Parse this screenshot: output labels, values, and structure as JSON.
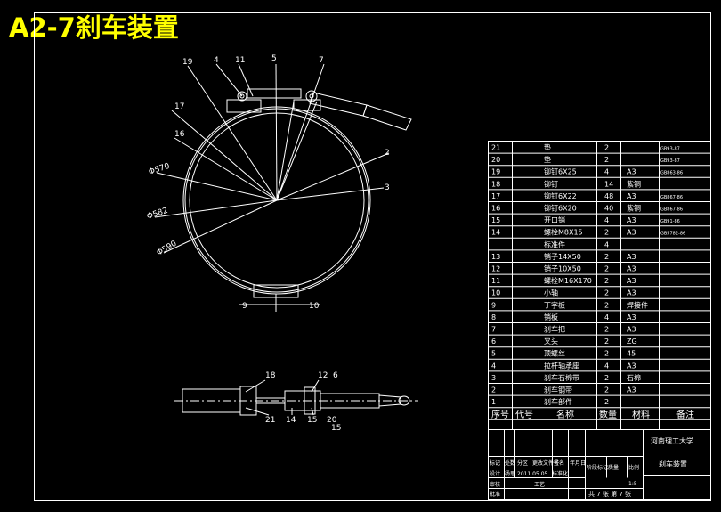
{
  "title": "A2-7刹车装置",
  "colors": {
    "background": "#000000",
    "line": "#ffffff",
    "title": "#ffff00"
  },
  "callouts": {
    "c19": "19",
    "c4": "4",
    "c11": "11",
    "c5": "5",
    "c7": "7",
    "c17": "17",
    "c16": "16",
    "c2": "2",
    "c3": "3",
    "c9": "9",
    "c10": "10",
    "c18": "18",
    "c12": "12",
    "c6": "6",
    "c21": "21",
    "c14": "14",
    "c15a": "15",
    "c20": "20",
    "c15b": "15"
  },
  "dimensions": {
    "d1": "Φ570",
    "d2": "Φ582",
    "d3": "Φ590"
  },
  "bom": {
    "rows": [
      {
        "no": "21",
        "code": "",
        "name": "垫",
        "qty": "2",
        "mat": "",
        "note": "GB93-87"
      },
      {
        "no": "20",
        "code": "",
        "name": "垫",
        "qty": "2",
        "mat": "",
        "note": "GB93-87"
      },
      {
        "no": "19",
        "code": "",
        "name": "铆钉6X25",
        "qty": "4",
        "mat": "A3",
        "note": "GB863-86"
      },
      {
        "no": "18",
        "code": "",
        "name": "铆钉",
        "qty": "14",
        "mat": "紫铜",
        "note": ""
      },
      {
        "no": "17",
        "code": "",
        "name": "铆钉6X22",
        "qty": "48",
        "mat": "A3",
        "note": "GB867-86"
      },
      {
        "no": "16",
        "code": "",
        "name": "铆钉6X20",
        "qty": "40",
        "mat": "紫铜",
        "note": "GB867-86"
      },
      {
        "no": "15",
        "code": "",
        "name": "开口销",
        "qty": "4",
        "mat": "A3",
        "note": "GB91-86"
      },
      {
        "no": "14",
        "code": "",
        "name": "螺栓M8X15",
        "qty": "2",
        "mat": "A3",
        "note": "GB5782-86"
      },
      {
        "no": "",
        "code": "",
        "name": "标准件",
        "qty": "4",
        "mat": "",
        "note": ""
      },
      {
        "no": "13",
        "code": "",
        "name": "销子14X50",
        "qty": "2",
        "mat": "A3",
        "note": ""
      },
      {
        "no": "12",
        "code": "",
        "name": "销子10X50",
        "qty": "2",
        "mat": "A3",
        "note": ""
      },
      {
        "no": "11",
        "code": "",
        "name": "螺栓M16X170",
        "qty": "2",
        "mat": "A3",
        "note": ""
      },
      {
        "no": "10",
        "code": "",
        "name": "小轴",
        "qty": "2",
        "mat": "A3",
        "note": ""
      },
      {
        "no": "9",
        "code": "",
        "name": "丁字板",
        "qty": "2",
        "mat": "焊接件",
        "note": ""
      },
      {
        "no": "8",
        "code": "",
        "name": "销板",
        "qty": "4",
        "mat": "A3",
        "note": ""
      },
      {
        "no": "7",
        "code": "",
        "name": "刹车把",
        "qty": "2",
        "mat": "A3",
        "note": ""
      },
      {
        "no": "6",
        "code": "",
        "name": "叉头",
        "qty": "2",
        "mat": "ZG",
        "note": ""
      },
      {
        "no": "5",
        "code": "",
        "name": "顶螺丝",
        "qty": "2",
        "mat": "45",
        "note": ""
      },
      {
        "no": "4",
        "code": "",
        "name": "拉杆轴承座",
        "qty": "4",
        "mat": "A3",
        "note": ""
      },
      {
        "no": "3",
        "code": "",
        "name": "刹车石棉带",
        "qty": "2",
        "mat": "石棉",
        "note": ""
      },
      {
        "no": "2",
        "code": "",
        "name": "刹车钢带",
        "qty": "2",
        "mat": "A3",
        "note": ""
      },
      {
        "no": "1",
        "code": "",
        "name": "刹车部件",
        "qty": "2",
        "mat": "",
        "note": ""
      }
    ],
    "header": {
      "no": "序号",
      "code": "代号",
      "name": "名称",
      "qty": "数量",
      "mat": "材料",
      "note": "备注"
    }
  },
  "titleblock": {
    "school": "河南理工大学",
    "drawing_name": "刹车装置",
    "r1": [
      "标记",
      "处数",
      "分区",
      "更改文件号",
      "签名",
      "年月日"
    ],
    "r2": [
      "设计",
      "杨思",
      "2011.05.05",
      "标准化"
    ],
    "stage_mark": "阶段标记",
    "weight": "质量",
    "scale": "比例",
    "scale_val": "1:5",
    "review": "审核",
    "process": "工艺",
    "approve": "批准",
    "sheets": "共 7 张  第 7 张"
  }
}
